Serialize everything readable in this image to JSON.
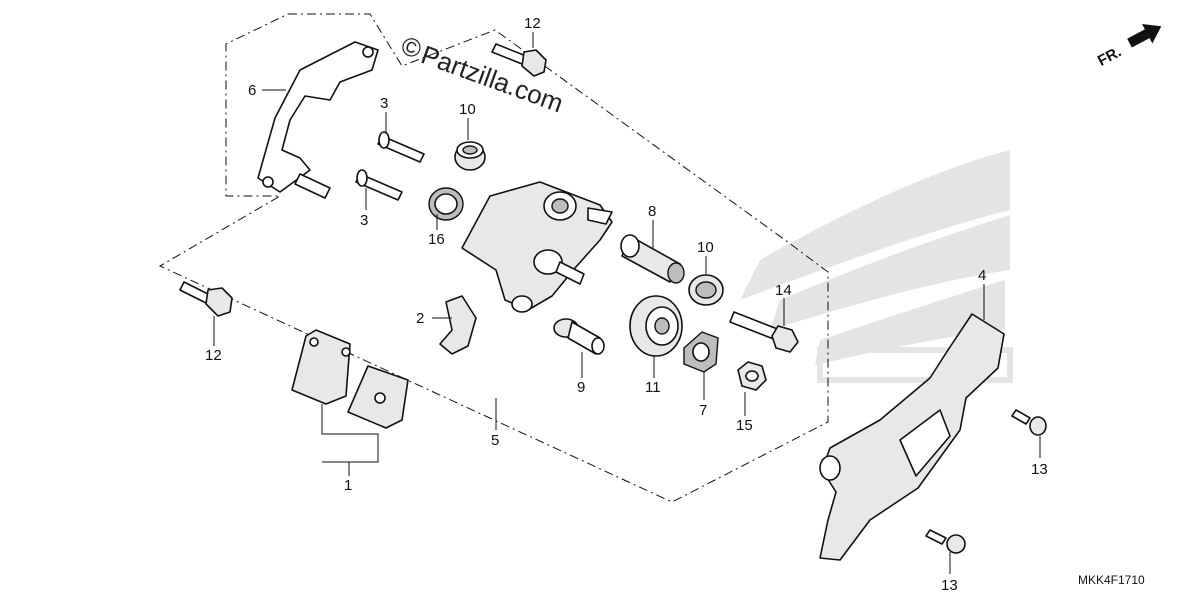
{
  "watermark": {
    "copyright_symbol": "©",
    "text": "Partzilla.com"
  },
  "front_indicator": {
    "label": "FR.",
    "icon": "arrow-icon"
  },
  "diagram_code": "MKK4F1710",
  "callouts": {
    "p1": "1",
    "p2": "2",
    "p3a": "3",
    "p3b": "3",
    "p4": "4",
    "p5": "5",
    "p6": "6",
    "p7": "7",
    "p8": "8",
    "p9": "9",
    "p10a": "10",
    "p10b": "10",
    "p11": "11",
    "p12a": "12",
    "p12b": "12",
    "p13a": "13",
    "p13b": "13",
    "p14": "14",
    "p15": "15",
    "p16": "16"
  }
}
